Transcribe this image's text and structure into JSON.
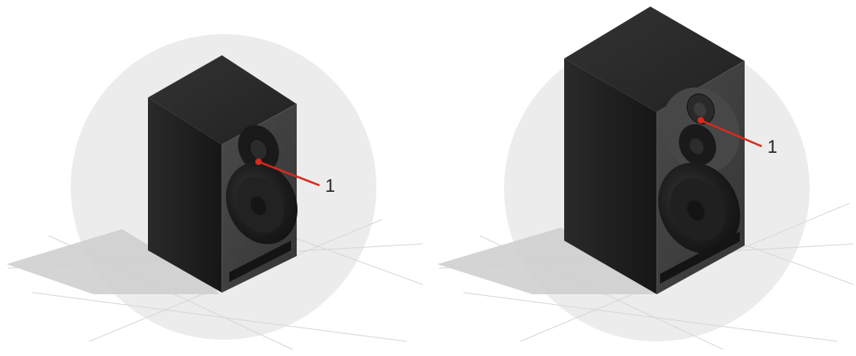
{
  "colors": {
    "backdrop": "#ececec",
    "grid": "#d6d6d6",
    "shadow": "#cfcfcf",
    "cabinet_top": "#2c2c2c",
    "cabinet_side": "#1c1c1c",
    "cabinet_front": "#3e3e3e",
    "driver": "#1e1e1e",
    "leader": "#d62b1e",
    "label": "#222222"
  },
  "speakers": [
    {
      "name": "compact-monitor",
      "callout": "1"
    },
    {
      "name": "large-monitor",
      "callout": "1"
    }
  ]
}
